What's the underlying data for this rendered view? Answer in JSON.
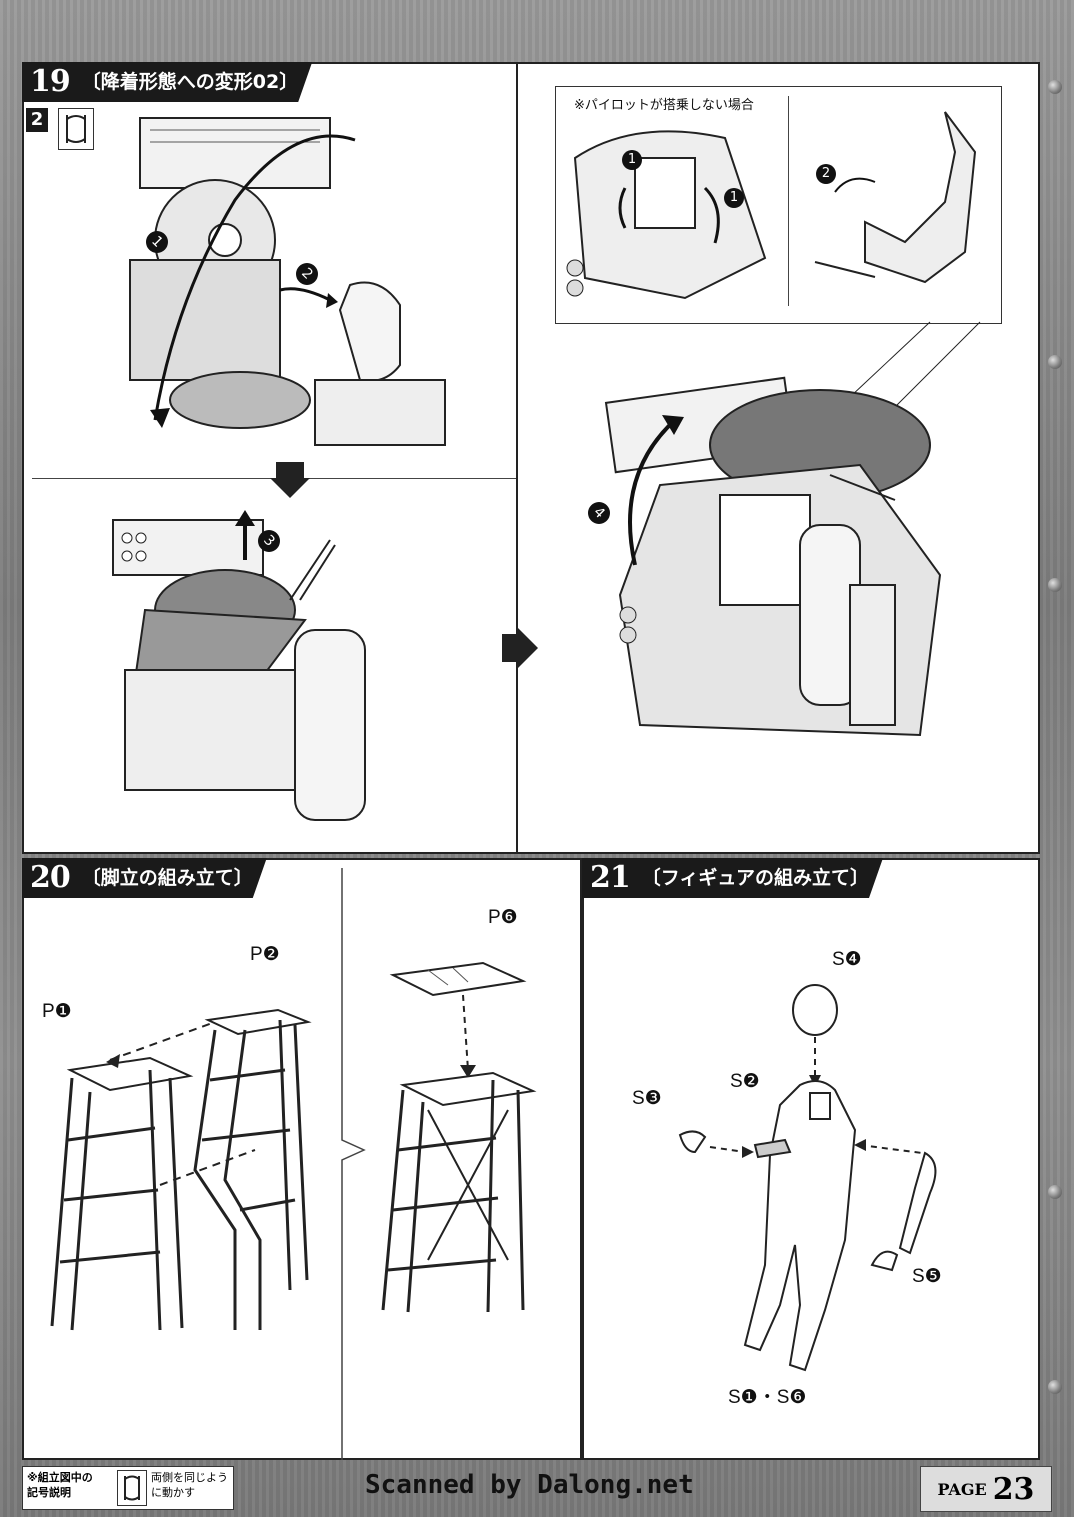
{
  "step19": {
    "number": "19",
    "title": "〔降着形態への変形02〕",
    "sub_number": "2",
    "inset_note": "※パイロットが搭乗しない場合",
    "arrows": [
      "1",
      "2",
      "3",
      "4"
    ]
  },
  "step20": {
    "number": "20",
    "title": "〔脚立の組み立て〕",
    "parts": [
      "P❶",
      "P❷",
      "P❻"
    ]
  },
  "step21": {
    "number": "21",
    "title": "〔フィギュアの組み立て〕",
    "parts": [
      "S❹",
      "S❷",
      "S❸",
      "S❺",
      "S❶・S❻"
    ]
  },
  "footer": {
    "legend_title": "※組立図中の記号説明",
    "legend_desc": "両側を同じように動かす",
    "scan_credit": "Scanned by Dalong.net",
    "page_word": "PAGE",
    "page_number": "23"
  }
}
